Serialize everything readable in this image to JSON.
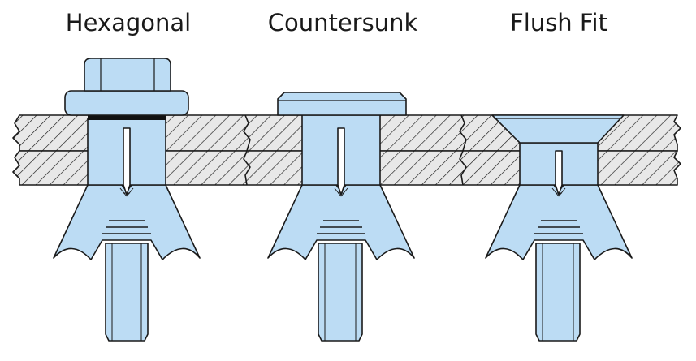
{
  "diagram": {
    "labels": {
      "hexagonal": "Hexagonal",
      "countersunk": "Countersunk",
      "flush_fit": "Flush Fit"
    },
    "colors": {
      "bolt_fill": "#bcdcf4",
      "outline": "#1a1a1a",
      "panel_fill": "#e8e8e8",
      "washer": "#111111"
    }
  }
}
